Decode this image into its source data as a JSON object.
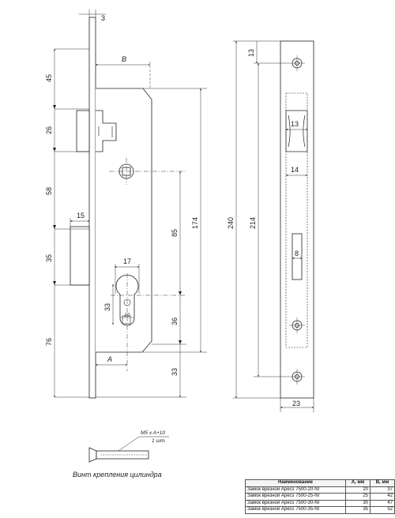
{
  "drawing": {
    "dimensions": {
      "faceplate_thickness": "3",
      "backset": "B",
      "top_offset": "45",
      "latch_height": "26",
      "latch_to_spindle": "58",
      "deadbolt_height": "35",
      "bottom_offset": "76",
      "deadbolt_projection": "15",
      "cylinder_width": "17",
      "cylinder_height": "33",
      "cylinder_hole": "10",
      "case_height": "174",
      "spindle_to_cylinder": "85",
      "cylinder_to_bottom": "36",
      "case_bottom_to_plate": "33",
      "cylinder_backset": "A",
      "plate_top_hole": "13",
      "plate_length": "240",
      "hole_spacing": "214",
      "latch_window": "13",
      "latch_window_width": "14",
      "bolt_window": "8",
      "plate_width": "23"
    },
    "screw_label_line1": "M5 x A+10",
    "screw_label_line2": "1 шт.",
    "screw_caption": "Винт крепления цилиндра"
  },
  "table": {
    "headers": [
      "Наименование",
      "A, мм",
      "B, мм"
    ],
    "rows": [
      [
        "Замок врезной Apecs 7500-20-NI",
        "20",
        "37"
      ],
      [
        "Замок врезной Apecs 7500-25-NI",
        "25",
        "42"
      ],
      [
        "Замок врезной Apecs 7500-30-NI",
        "30",
        "47"
      ],
      [
        "Замок врезной Apecs 7500-35-NI",
        "35",
        "52"
      ]
    ]
  }
}
